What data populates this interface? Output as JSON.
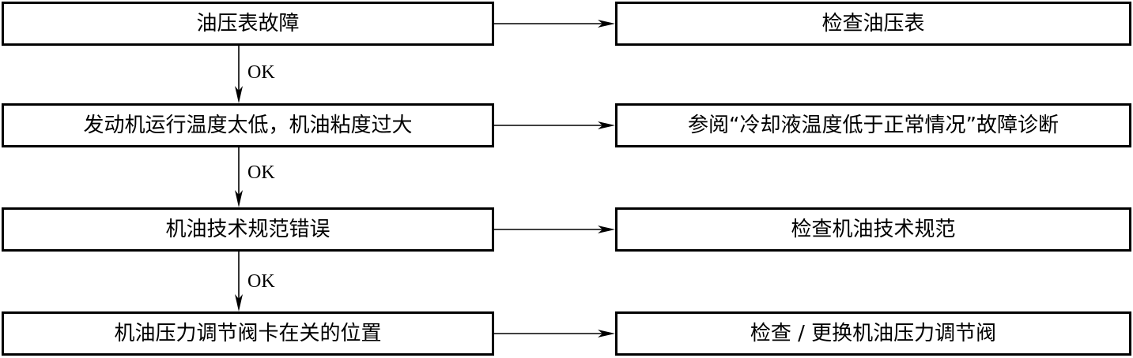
{
  "steps": [
    {
      "condition": "油压表故障",
      "action": "检查油压表"
    },
    {
      "condition": "发动机运行温度太低，机油粘度过大",
      "action": "参阅“冷却液温度低于正常情况”故障诊断"
    },
    {
      "condition": "机油技术规范错误",
      "action": "检查机油技术规范"
    },
    {
      "condition": "机油压力调节阀卡在关的位置",
      "action": "检查 / 更换机油压力调节阀"
    }
  ],
  "flow_labels": [
    "OK",
    "OK",
    "OK"
  ]
}
